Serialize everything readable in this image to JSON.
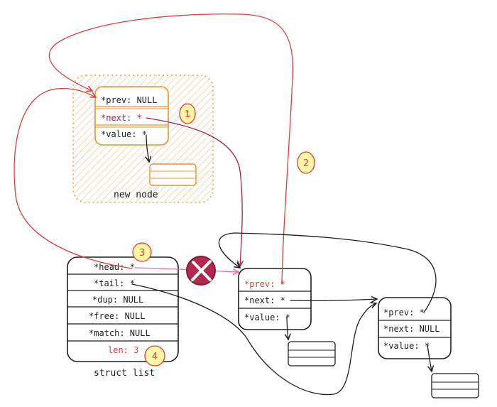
{
  "colors": {
    "ink": "#1e1e1e",
    "orange": "#e8942a",
    "orange_fill": "#fbe3c8",
    "red": "#d64040",
    "crimson": "#a0224e",
    "pink": "#e26aa6",
    "badge_fill": "#fff6a6",
    "badge_stroke": "#e03b3b"
  },
  "new_node": {
    "fields": [
      "*prev:  NULL",
      "*next:  *",
      "*value:  *"
    ],
    "caption": "new node"
  },
  "struct_list": {
    "fields": [
      "*head:  *",
      "*tail:  *",
      "*dup: NULL",
      "*free: NULL",
      "*match: NULL",
      "len: 3"
    ],
    "caption": "struct list"
  },
  "node_a": {
    "fields": [
      "*prev:  *",
      "*next:  *",
      "*value:  *"
    ]
  },
  "node_b": {
    "fields": [
      "*prev:  *",
      "*next: NULL",
      "*value:  *"
    ]
  },
  "badges": [
    "1",
    "2",
    "3",
    "4"
  ],
  "icons": [
    "cross-out-icon"
  ]
}
